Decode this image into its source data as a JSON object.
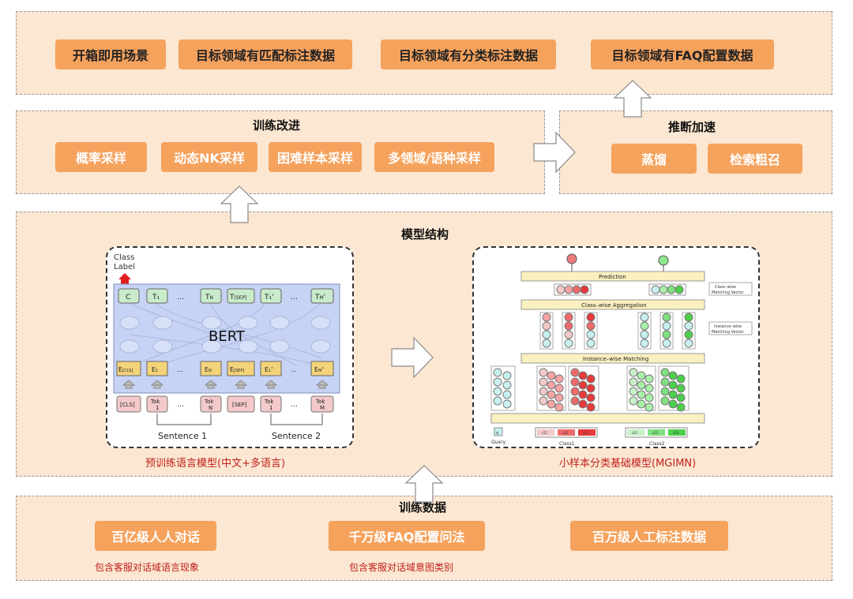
{
  "scenarios": {
    "items": [
      "开箱即用场景",
      "目标领域有匹配标注数据",
      "目标领域有分类标注数据",
      "目标领域有FAQ配置数据"
    ]
  },
  "training_improvements": {
    "title": "训练改进",
    "items": [
      "概率采样",
      "动态NK采样",
      "困难样本采样",
      "多领域/语种采样"
    ]
  },
  "inference_acceleration": {
    "title": "推断加速",
    "items": [
      "蒸馏",
      "检索粗召"
    ]
  },
  "model_structure": {
    "title": "模型结构",
    "bert_caption": "预训练语言模型(中文+多语言)",
    "mgimn_caption": "小样本分类基础模型(MGIMN)"
  },
  "bert_figure": {
    "class_label": "Class\nLabel",
    "top_tokens": [
      "C",
      "T1",
      "…",
      "TN",
      "T[SEP]",
      "T1'",
      "…",
      "TM'"
    ],
    "center_label": "BERT",
    "emb_tokens": [
      "E[CLS]",
      "E1",
      "…",
      "EN",
      "E[SEP]",
      "E1'",
      "…",
      "EM'"
    ],
    "input_tokens": [
      "[CLS]",
      "Tok 1",
      "…",
      "Tok N",
      "[SEP]",
      "Tok 1",
      "…",
      "Tok M"
    ],
    "sentence1": "Sentence 1",
    "sentence2": "Sentence 2"
  },
  "mgimn_figure": {
    "prediction": "Prediction",
    "class_wise_vector": "Class–wise Matching Vector",
    "class_wise_aggregation": "Class–wise Aggregation",
    "instance_wise_vector": "Instance–wise Matching Vector",
    "instance_wise_matching": "Instance–wise Matching",
    "query": "Query",
    "class1": "Class1",
    "class2": "Class2",
    "query_token": "q",
    "class1_tokens": [
      "s11",
      "s12",
      "s13"
    ],
    "class2_tokens": [
      "s21",
      "s22",
      "s23"
    ]
  },
  "training_data": {
    "title": "训练数据",
    "items": [
      "百亿级人人对话",
      "千万级FAQ配置问法",
      "百万级人工标注数据"
    ],
    "notes": [
      "包含客服对话域语言现象",
      "包含客服对话域意图类别"
    ]
  },
  "colors": {
    "panel_bg": "#fbe7d2",
    "pill": "#f5a25d",
    "caption_red": "#c0201c",
    "bert_bg": "#c7d3f5",
    "yellow_token": "#f3d27a",
    "pink_token": "#f3c9c9"
  }
}
